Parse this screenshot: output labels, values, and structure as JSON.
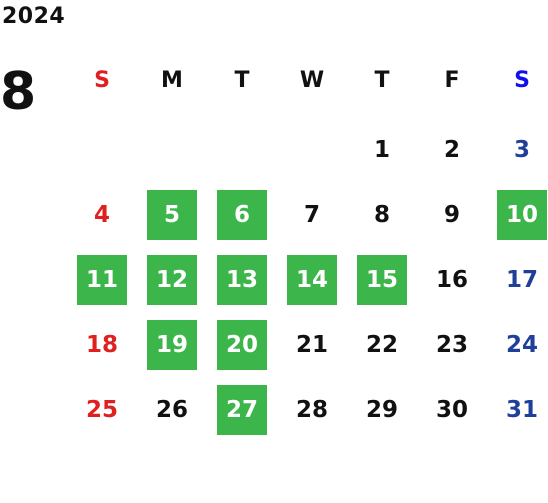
{
  "calendar": {
    "year": "2024",
    "month": "8",
    "weekdays": [
      "S",
      "M",
      "T",
      "W",
      "T",
      "F",
      "S"
    ],
    "weeks": [
      [
        "",
        "",
        "",
        "",
        "1",
        "2",
        "3"
      ],
      [
        "4",
        "5",
        "6",
        "7",
        "8",
        "9",
        "10"
      ],
      [
        "11",
        "12",
        "13",
        "14",
        "15",
        "16",
        "17"
      ],
      [
        "18",
        "19",
        "20",
        "21",
        "22",
        "23",
        "24"
      ],
      [
        "25",
        "26",
        "27",
        "28",
        "29",
        "30",
        "31"
      ]
    ],
    "highlighted_days": [
      5,
      6,
      10,
      11,
      12,
      13,
      14,
      15,
      19,
      20,
      27
    ],
    "colors": {
      "sunday": "#e02020",
      "saturday": "#1f3f99",
      "saturday_header": "#1010ee",
      "weekday": "#111111",
      "highlight_bg": "#3cb54a",
      "highlight_text": "#ffffff"
    }
  }
}
